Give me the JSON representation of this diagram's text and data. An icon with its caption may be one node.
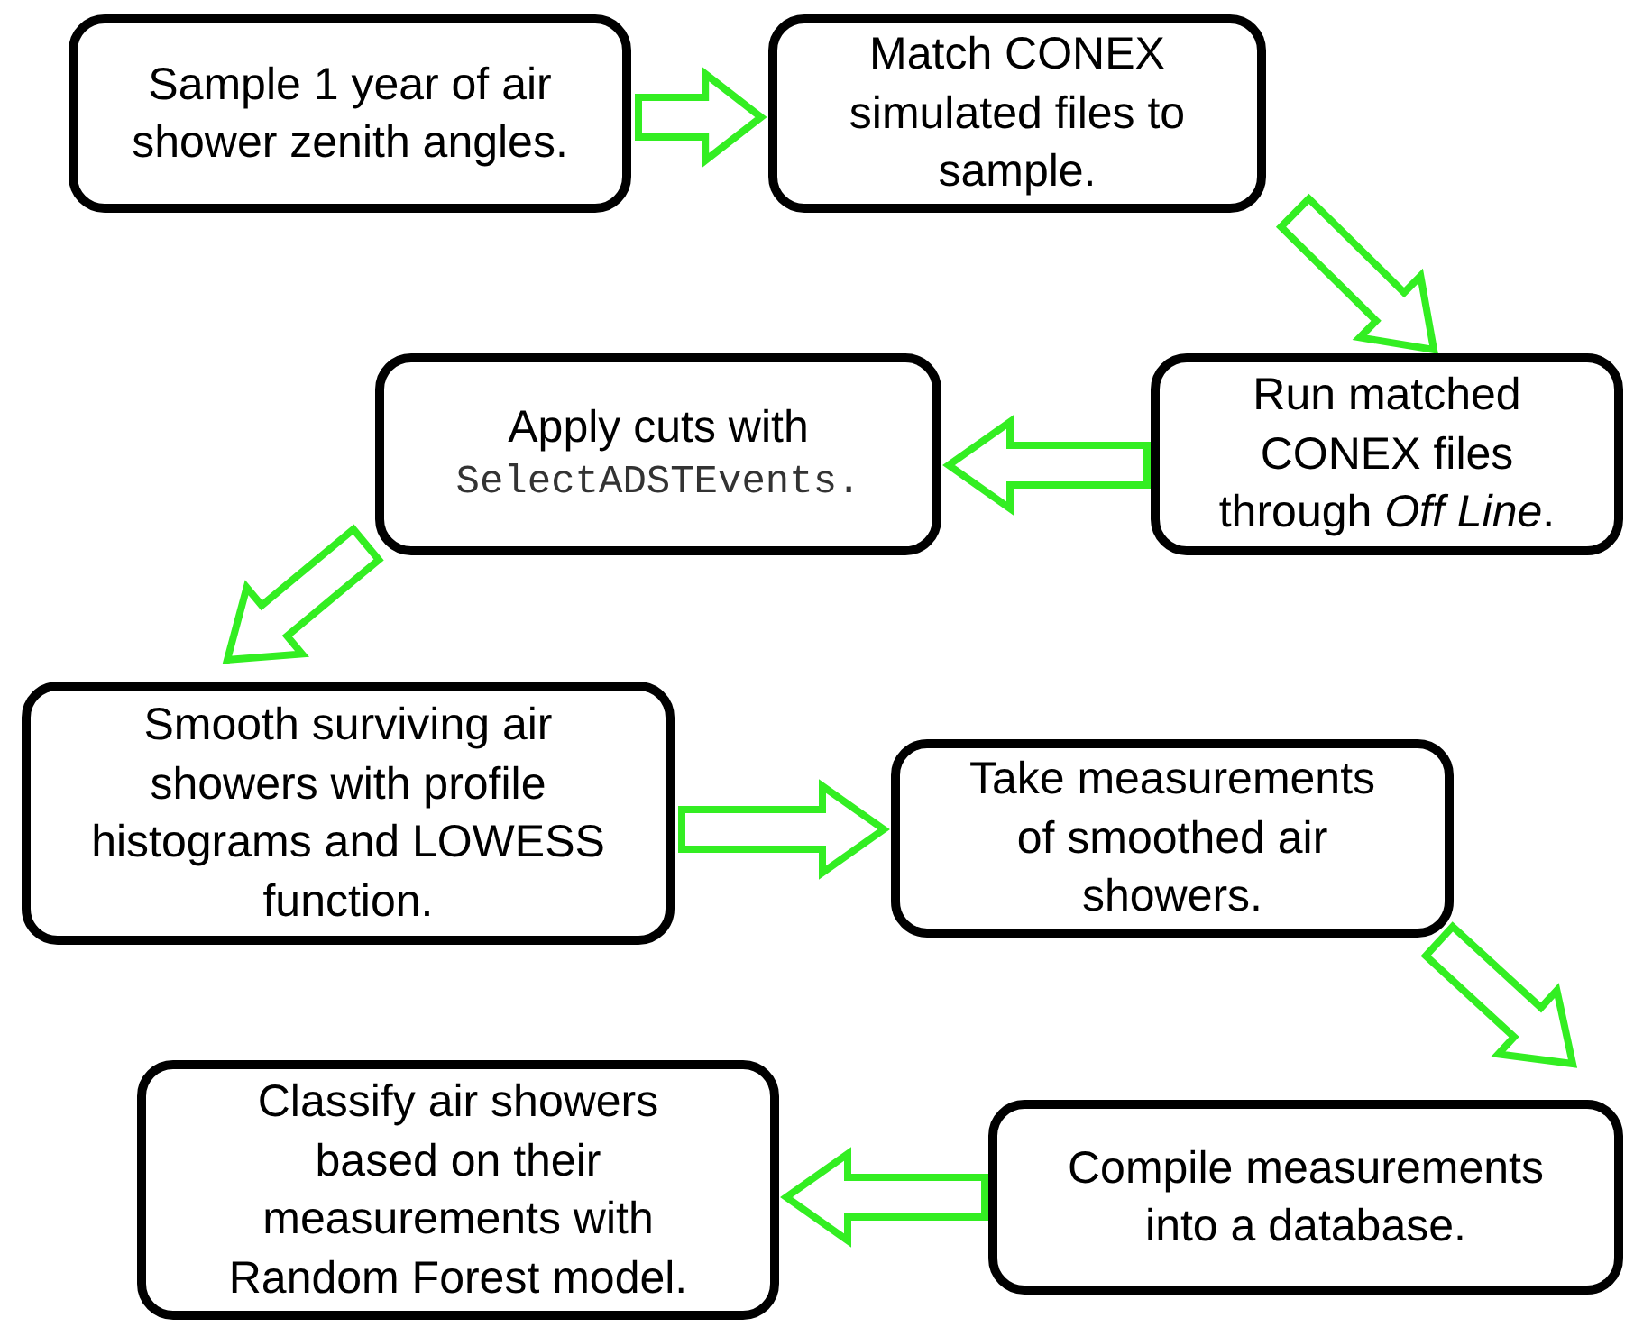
{
  "diagram": {
    "nodes": [
      {
        "text": [
          "Sample 1 year of air shower zenith angles."
        ]
      },
      {
        "text": [
          "Match CONEX simulated files to sample."
        ]
      },
      {
        "text": [
          "Run matched CONEX files through *Off* *Line*."
        ]
      },
      {
        "text": [
          "Apply cuts with",
          "SelectADSTEvents."
        ]
      },
      {
        "text": [
          "Smooth surviving air showers with profile histograms and LOWESS function."
        ]
      },
      {
        "text": [
          "Take measurements of smoothed air showers."
        ]
      },
      {
        "text": [
          "Compile measurements into a database."
        ]
      },
      {
        "text": [
          "Classify air showers based on their measurements with Random Forest model."
        ]
      }
    ],
    "edges": [
      {
        "from": 0,
        "to": 1,
        "arrow": "to"
      },
      {
        "from": 1,
        "to": 2,
        "arrow": "to"
      },
      {
        "from": 2,
        "to": 3,
        "arrow": "to"
      },
      {
        "from": 3,
        "to": 4,
        "arrow": "to"
      },
      {
        "from": 4,
        "to": 5,
        "arrow": "to"
      },
      {
        "from": 5,
        "to": 6,
        "arrow": "to"
      },
      {
        "from": 6,
        "to": 7,
        "arrow": "to"
      }
    ]
  }
}
